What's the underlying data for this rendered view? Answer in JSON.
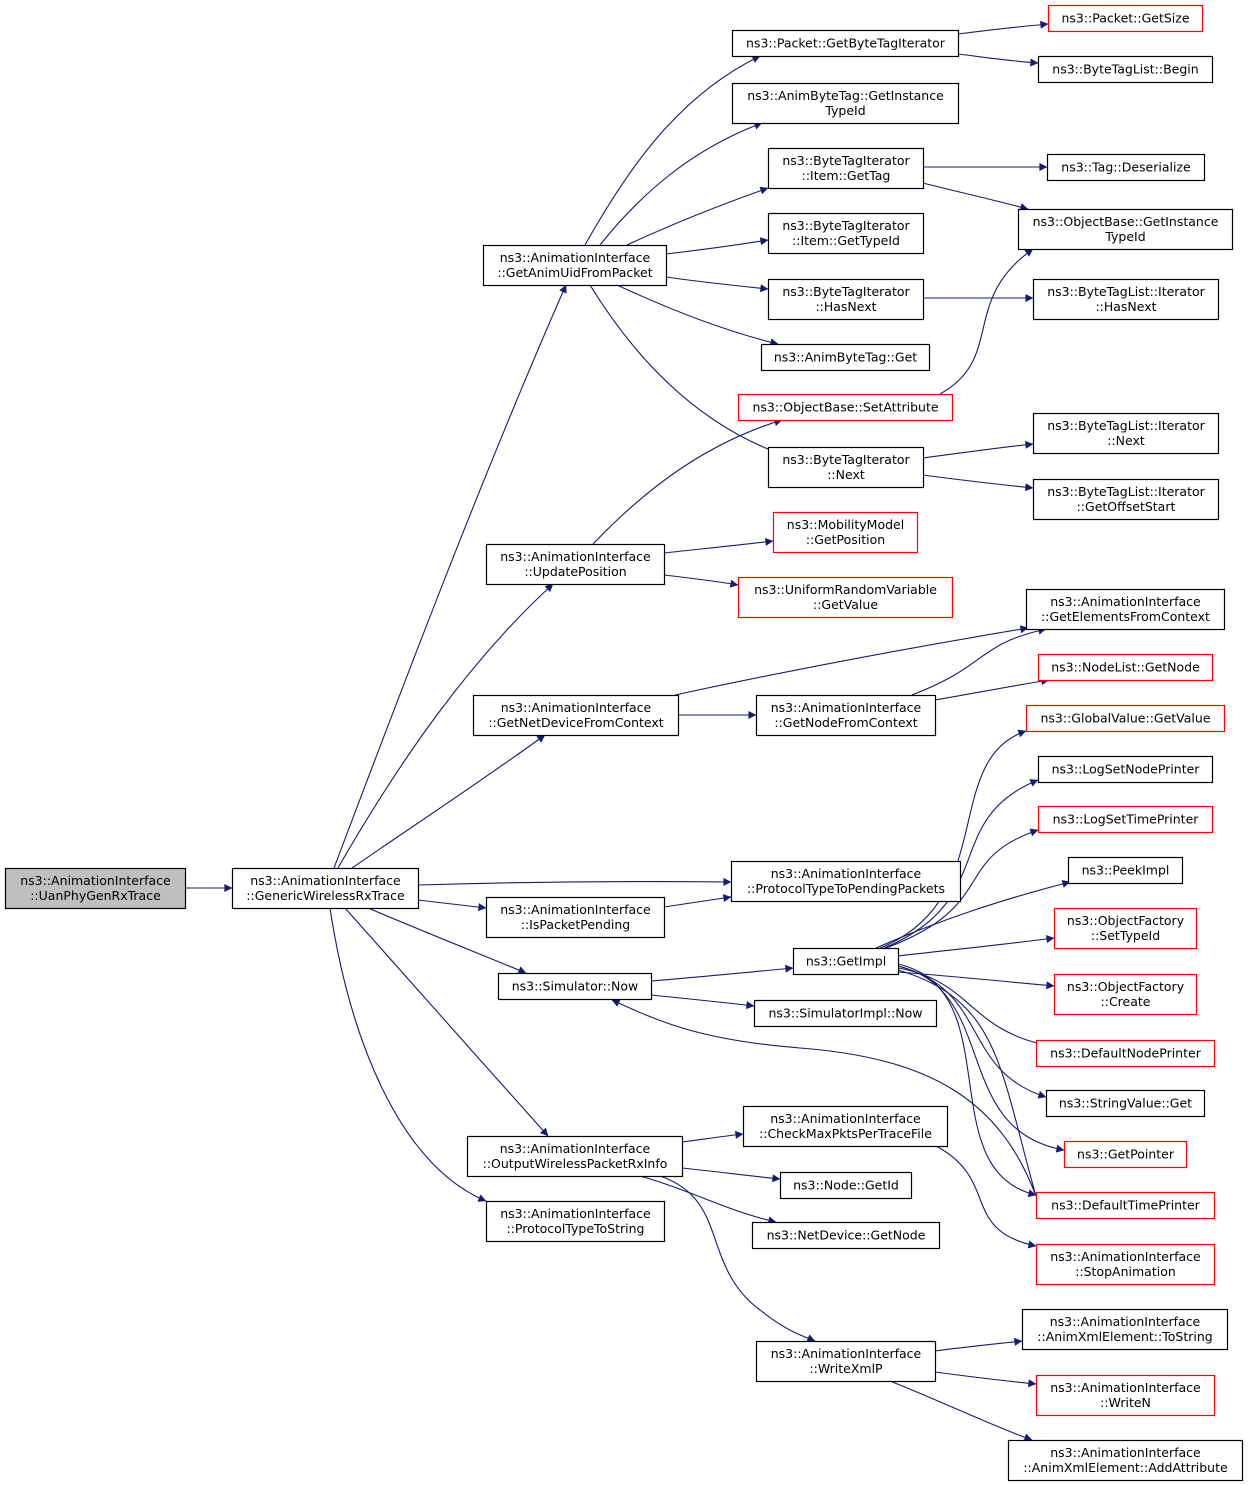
{
  "colors": {
    "edge": "#191970",
    "border_default": "#000000",
    "border_red": "#ff0000",
    "fill_default": "#ffffff",
    "fill_root": "#bfbfbf"
  },
  "nodes": [
    {
      "id": "n0",
      "name": "uan-phy-gen-rx-trace-node",
      "lines": [
        "ns3::AnimationInterface",
        "::UanPhyGenRxTrace"
      ],
      "style": "root"
    },
    {
      "id": "n1",
      "name": "generic-wireless-rx-trace-node",
      "lines": [
        "ns3::AnimationInterface",
        "::GenericWirelessRxTrace"
      ],
      "style": "default"
    },
    {
      "id": "n2",
      "name": "get-anim-uid-from-packet-node",
      "lines": [
        "ns3::AnimationInterface",
        "::GetAnimUidFromPacket"
      ],
      "style": "default"
    },
    {
      "id": "n3",
      "name": "update-position-node",
      "lines": [
        "ns3::AnimationInterface",
        "::UpdatePosition"
      ],
      "style": "default"
    },
    {
      "id": "n4",
      "name": "get-net-device-from-context-node",
      "lines": [
        "ns3::AnimationInterface",
        "::GetNetDeviceFromContext"
      ],
      "style": "default"
    },
    {
      "id": "n5",
      "name": "is-packet-pending-node",
      "lines": [
        "ns3::AnimationInterface",
        "::IsPacketPending"
      ],
      "style": "default"
    },
    {
      "id": "n6",
      "name": "simulator-now-node",
      "lines": [
        "ns3::Simulator::Now"
      ],
      "style": "default"
    },
    {
      "id": "n7",
      "name": "output-wireless-packet-rx-info-node",
      "lines": [
        "ns3::AnimationInterface",
        "::OutputWirelessPacketRxInfo"
      ],
      "style": "default"
    },
    {
      "id": "n8",
      "name": "protocol-type-to-string-node",
      "lines": [
        "ns3::AnimationInterface",
        "::ProtocolTypeToString"
      ],
      "style": "default"
    },
    {
      "id": "n9",
      "name": "packet-get-byte-tag-iterator-node",
      "lines": [
        "ns3::Packet::GetByteTagIterator"
      ],
      "style": "default"
    },
    {
      "id": "n10",
      "name": "anim-byte-tag-get-instance-type-id-node",
      "lines": [
        "ns3::AnimByteTag::GetInstance",
        "TypeId"
      ],
      "style": "default"
    },
    {
      "id": "n11",
      "name": "byte-tag-iterator-item-get-tag-node",
      "lines": [
        "ns3::ByteTagIterator",
        "::Item::GetTag"
      ],
      "style": "default"
    },
    {
      "id": "n12",
      "name": "byte-tag-iterator-item-get-type-id-node",
      "lines": [
        "ns3::ByteTagIterator",
        "::Item::GetTypeId"
      ],
      "style": "default"
    },
    {
      "id": "n13",
      "name": "byte-tag-iterator-has-next-node",
      "lines": [
        "ns3::ByteTagIterator",
        "::HasNext"
      ],
      "style": "default"
    },
    {
      "id": "n14",
      "name": "anim-byte-tag-get-node",
      "lines": [
        "ns3::AnimByteTag::Get"
      ],
      "style": "default"
    },
    {
      "id": "n15",
      "name": "object-base-set-attribute-node",
      "lines": [
        "ns3::ObjectBase::SetAttribute"
      ],
      "style": "red"
    },
    {
      "id": "n16",
      "name": "byte-tag-iterator-next-node",
      "lines": [
        "ns3::ByteTagIterator",
        "::Next"
      ],
      "style": "default"
    },
    {
      "id": "n17",
      "name": "mobility-model-get-position-node",
      "lines": [
        "ns3::MobilityModel",
        "::GetPosition"
      ],
      "style": "red"
    },
    {
      "id": "n18",
      "name": "uniform-random-variable-get-value-node",
      "lines": [
        "ns3::UniformRandomVariable",
        "::GetValue"
      ],
      "style": "red"
    },
    {
      "id": "n19",
      "name": "get-node-from-context-node",
      "lines": [
        "ns3::AnimationInterface",
        "::GetNodeFromContext"
      ],
      "style": "default"
    },
    {
      "id": "n20",
      "name": "protocol-type-to-pending-packets-node",
      "lines": [
        "ns3::AnimationInterface",
        "::ProtocolTypeToPendingPackets"
      ],
      "style": "default"
    },
    {
      "id": "n21",
      "name": "get-impl-node",
      "lines": [
        "ns3::GetImpl"
      ],
      "style": "default"
    },
    {
      "id": "n22",
      "name": "simulator-impl-now-node",
      "lines": [
        "ns3::SimulatorImpl::Now"
      ],
      "style": "default"
    },
    {
      "id": "n23",
      "name": "check-max-pkts-per-trace-file-node",
      "lines": [
        "ns3::AnimationInterface",
        "::CheckMaxPktsPerTraceFile"
      ],
      "style": "default"
    },
    {
      "id": "n24",
      "name": "node-get-id-node",
      "lines": [
        "ns3::Node::GetId"
      ],
      "style": "default"
    },
    {
      "id": "n25",
      "name": "net-device-get-node-node",
      "lines": [
        "ns3::NetDevice::GetNode"
      ],
      "style": "default"
    },
    {
      "id": "n26",
      "name": "write-xml-p-node",
      "lines": [
        "ns3::AnimationInterface",
        "::WriteXmlP"
      ],
      "style": "default"
    },
    {
      "id": "n27",
      "name": "packet-get-size-node",
      "lines": [
        "ns3::Packet::GetSize"
      ],
      "style": "red"
    },
    {
      "id": "n28",
      "name": "byte-tag-list-begin-node",
      "lines": [
        "ns3::ByteTagList::Begin"
      ],
      "style": "default"
    },
    {
      "id": "n29",
      "name": "tag-deserialize-node",
      "lines": [
        "ns3::Tag::Deserialize"
      ],
      "style": "default"
    },
    {
      "id": "n30",
      "name": "object-base-get-instance-type-id-node",
      "lines": [
        "ns3::ObjectBase::GetInstance",
        "TypeId"
      ],
      "style": "default"
    },
    {
      "id": "n31",
      "name": "byte-tag-list-iterator-has-next-node",
      "lines": [
        "ns3::ByteTagList::Iterator",
        "::HasNext"
      ],
      "style": "default"
    },
    {
      "id": "n32",
      "name": "byte-tag-list-iterator-next-node",
      "lines": [
        "ns3::ByteTagList::Iterator",
        "::Next"
      ],
      "style": "default"
    },
    {
      "id": "n33",
      "name": "byte-tag-list-iterator-get-offset-start-node",
      "lines": [
        "ns3::ByteTagList::Iterator",
        "::GetOffsetStart"
      ],
      "style": "default"
    },
    {
      "id": "n34",
      "name": "get-elements-from-context-node",
      "lines": [
        "ns3::AnimationInterface",
        "::GetElementsFromContext"
      ],
      "style": "default"
    },
    {
      "id": "n35",
      "name": "node-list-get-node-node",
      "lines": [
        "ns3::NodeList::GetNode"
      ],
      "style": "red"
    },
    {
      "id": "n36",
      "name": "global-value-get-value-node",
      "lines": [
        "ns3::GlobalValue::GetValue"
      ],
      "style": "red"
    },
    {
      "id": "n37",
      "name": "log-set-node-printer-node",
      "lines": [
        "ns3::LogSetNodePrinter"
      ],
      "style": "default"
    },
    {
      "id": "n38",
      "name": "log-set-time-printer-node",
      "lines": [
        "ns3::LogSetTimePrinter"
      ],
      "style": "red"
    },
    {
      "id": "n39",
      "name": "peek-impl-node",
      "lines": [
        "ns3::PeekImpl"
      ],
      "style": "default"
    },
    {
      "id": "n40",
      "name": "object-factory-set-type-id-node",
      "lines": [
        "ns3::ObjectFactory",
        "::SetTypeId"
      ],
      "style": "red"
    },
    {
      "id": "n41",
      "name": "object-factory-create-node",
      "lines": [
        "ns3::ObjectFactory",
        "::Create"
      ],
      "style": "red"
    },
    {
      "id": "n42",
      "name": "default-node-printer-node",
      "lines": [
        "ns3::DefaultNodePrinter"
      ],
      "style": "red"
    },
    {
      "id": "n43",
      "name": "string-value-get-node",
      "lines": [
        "ns3::StringValue::Get"
      ],
      "style": "default"
    },
    {
      "id": "n44",
      "name": "get-pointer-node",
      "lines": [
        "ns3::GetPointer"
      ],
      "style": "red"
    },
    {
      "id": "n45",
      "name": "default-time-printer-node",
      "lines": [
        "ns3::DefaultTimePrinter"
      ],
      "style": "red"
    },
    {
      "id": "n46",
      "name": "stop-animation-node",
      "lines": [
        "ns3::AnimationInterface",
        "::StopAnimation"
      ],
      "style": "red"
    },
    {
      "id": "n47",
      "name": "anim-xml-element-to-string-node",
      "lines": [
        "ns3::AnimationInterface",
        "::AnimXmlElement::ToString"
      ],
      "style": "default"
    },
    {
      "id": "n48",
      "name": "write-n-node",
      "lines": [
        "ns3::AnimationInterface",
        "::WriteN"
      ],
      "style": "red"
    },
    {
      "id": "n49",
      "name": "anim-xml-element-add-attribute-node",
      "lines": [
        "ns3::AnimationInterface",
        "::AnimXmlElement::AddAttribute"
      ],
      "style": "default"
    }
  ],
  "edges": [
    [
      "n0",
      "n1"
    ],
    [
      "n1",
      "n2"
    ],
    [
      "n1",
      "n3"
    ],
    [
      "n1",
      "n4"
    ],
    [
      "n1",
      "n20"
    ],
    [
      "n1",
      "n5"
    ],
    [
      "n1",
      "n6"
    ],
    [
      "n1",
      "n7"
    ],
    [
      "n1",
      "n8"
    ],
    [
      "n2",
      "n9"
    ],
    [
      "n2",
      "n10"
    ],
    [
      "n2",
      "n11"
    ],
    [
      "n2",
      "n12"
    ],
    [
      "n2",
      "n13"
    ],
    [
      "n2",
      "n14"
    ],
    [
      "n2",
      "n16"
    ],
    [
      "n9",
      "n27"
    ],
    [
      "n9",
      "n28"
    ],
    [
      "n11",
      "n29"
    ],
    [
      "n11",
      "n30"
    ],
    [
      "n13",
      "n31"
    ],
    [
      "n16",
      "n32"
    ],
    [
      "n16",
      "n33"
    ],
    [
      "n15",
      "n30"
    ],
    [
      "n3",
      "n15"
    ],
    [
      "n3",
      "n17"
    ],
    [
      "n3",
      "n18"
    ],
    [
      "n4",
      "n34"
    ],
    [
      "n4",
      "n19"
    ],
    [
      "n19",
      "n34"
    ],
    [
      "n19",
      "n35"
    ],
    [
      "n5",
      "n20"
    ],
    [
      "n6",
      "n21"
    ],
    [
      "n6",
      "n22"
    ],
    [
      "n21",
      "n36"
    ],
    [
      "n21",
      "n37"
    ],
    [
      "n21",
      "n38"
    ],
    [
      "n21",
      "n39"
    ],
    [
      "n21",
      "n40"
    ],
    [
      "n21",
      "n41"
    ],
    [
      "n21",
      "n42"
    ],
    [
      "n21",
      "n43"
    ],
    [
      "n21",
      "n44"
    ],
    [
      "n21",
      "n45"
    ],
    [
      "n21",
      "n6"
    ],
    [
      "n7",
      "n23"
    ],
    [
      "n7",
      "n24"
    ],
    [
      "n7",
      "n25"
    ],
    [
      "n7",
      "n26"
    ],
    [
      "n23",
      "n46"
    ],
    [
      "n26",
      "n47"
    ],
    [
      "n26",
      "n48"
    ],
    [
      "n26",
      "n49"
    ]
  ]
}
